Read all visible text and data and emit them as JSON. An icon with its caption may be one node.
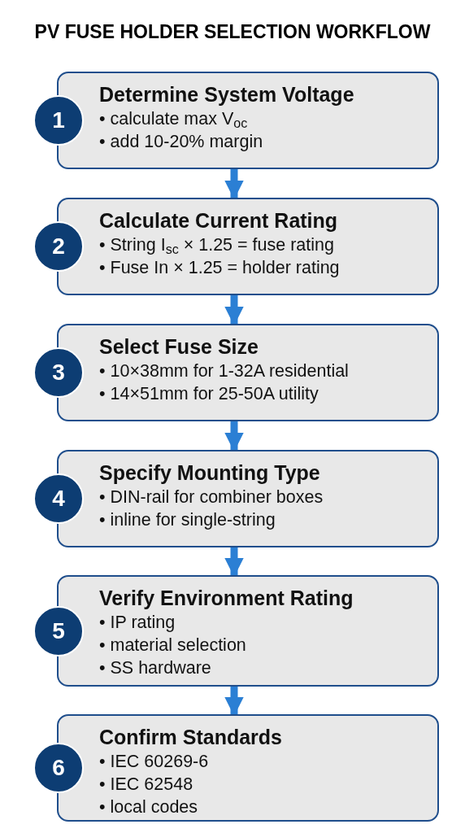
{
  "diagram": {
    "title": "PV FUSE HOLDER SELECTION WORKFLOW",
    "nodes": [
      {
        "text": [
          "1"
        ]
      },
      {
        "text": [
          "Determine System Voltage",
          "• calculate max V$_{oc}$",
          "• add 10-20% margin"
        ]
      },
      {
        "text": [
          "2"
        ]
      },
      {
        "text": [
          "Calculate Current Rating",
          "• String I$_{sc}$ × 1.25 = fuse rating",
          "• Fuse In × 1.25 = holder rating"
        ]
      },
      {
        "text": [
          "3"
        ]
      },
      {
        "text": [
          "Select Fuse Size",
          "• 10×38mm for 1-32A residential",
          "• 14×51mm for 25-50A utility"
        ]
      },
      {
        "text": [
          "4"
        ]
      },
      {
        "text": [
          "Specify Mounting Type",
          "• DIN-rail for combiner boxes",
          "• inline for single-string"
        ]
      },
      {
        "text": [
          "5"
        ]
      },
      {
        "text": [
          "Verify Environment Rating",
          "• IP rating",
          "• material selection",
          "• SS hardware"
        ]
      },
      {
        "text": [
          "6"
        ]
      },
      {
        "text": [
          "Confirm Standards",
          "• IEC 60269-6",
          "• IEC 62548",
          "• local codes"
        ]
      }
    ],
    "edges": [
      {
        "from": 1,
        "to": 3,
        "arrow": "to"
      },
      {
        "from": 3,
        "to": 5,
        "arrow": "to"
      },
      {
        "from": 5,
        "to": 7,
        "arrow": "to"
      },
      {
        "from": 7,
        "to": 9,
        "arrow": "to"
      },
      {
        "from": 9,
        "to": 11,
        "arrow": "to"
      }
    ]
  }
}
